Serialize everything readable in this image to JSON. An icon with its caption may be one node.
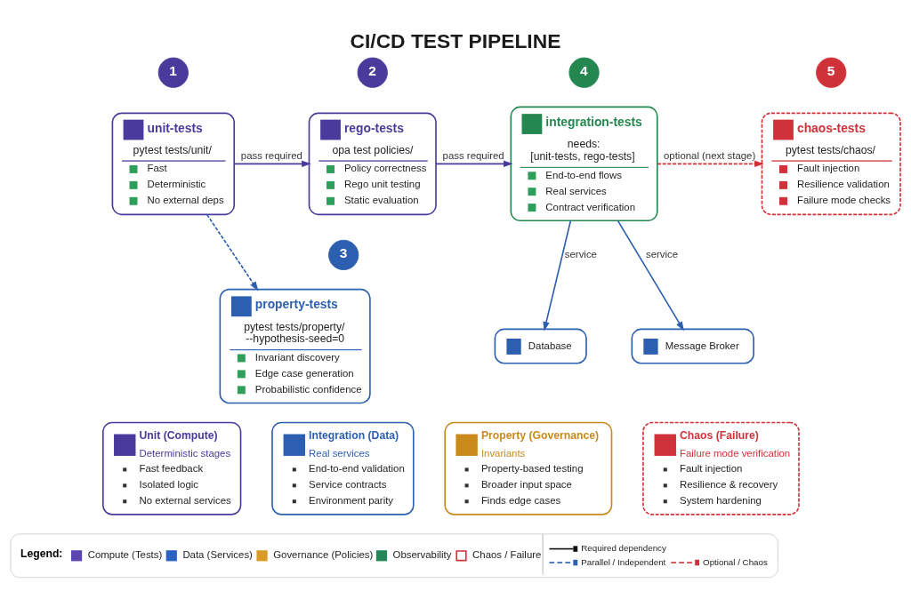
{
  "diagram": {
    "title": "CI/CD TEST PIPELINE",
    "nodes": [
      {
        "text": [
          "1"
        ]
      },
      {
        "text": [
          "unit-tests",
          "pytest tests/unit/",
          "Fast",
          "Deterministic",
          "No external deps"
        ]
      },
      {
        "text": [
          "2"
        ]
      },
      {
        "text": [
          "rego-tests",
          "opa test policies/",
          "Policy correctness",
          "Rego unit testing",
          "Static evaluation"
        ]
      },
      {
        "text": [
          "4"
        ]
      },
      {
        "text": [
          "integration-tests",
          "needs: [unit-tests, rego-tests]",
          "End-to-end flows",
          "Real services",
          "Contract verification"
        ]
      },
      {
        "text": [
          "5"
        ]
      },
      {
        "text": [
          "chaos-tests",
          "pytest tests/chaos/",
          "Fault injection",
          "Resilience validation",
          "Failure mode checks"
        ]
      },
      {
        "text": [
          "3"
        ]
      },
      {
        "text": [
          "property-tests",
          "pytest tests/property/ --hypothesis-seed=0",
          "Invariant discovery",
          "Edge case generation",
          "Probabilistic confidence"
        ]
      },
      {
        "text": [
          "Database"
        ]
      },
      {
        "text": [
          "Message Broker"
        ]
      },
      {
        "text": [
          "Unit (Compute)",
          "Deterministic stages",
          "Fast feedback",
          "Isolated logic",
          "No external services"
        ]
      },
      {
        "text": [
          "Integration (Data)",
          "Real services",
          "End-to-end validation",
          "Service contracts",
          "Environment parity"
        ]
      },
      {
        "text": [
          "Property (Governance)",
          "Invariants",
          "Property-based testing",
          "Broader input space",
          "Finds edge cases"
        ]
      },
      {
        "text": [
          "Chaos (Failure)",
          "Failure mode verification",
          "Fault injection",
          "Resilience & recovery",
          "System hardening"
        ]
      }
    ],
    "edges": [
      {
        "from": 1,
        "to": 3,
        "arrow": "to",
        "label": "pass required",
        "color": "#4a3a9c"
      },
      {
        "from": 3,
        "to": 5,
        "arrow": "to",
        "label": "pass required",
        "color": "#4a3a9c"
      },
      {
        "from": 5,
        "to": 7,
        "arrow": "to",
        "label": "optional (next stage)",
        "style": "dashed",
        "color": "#cf3339"
      },
      {
        "from": 1,
        "to": 9,
        "arrow": "to",
        "style": "dashed"
      },
      {
        "from": 5,
        "to": 10,
        "arrow": "to",
        "label": "service"
      },
      {
        "from": 5,
        "to": 11,
        "arrow": "to",
        "label": "service"
      }
    ],
    "labels": [
      "Legend:"
    ],
    "legend": [
      {
        "text": "Compute (Tests)",
        "color": "#5b45b0"
      },
      {
        "text": "Data (Services)",
        "color": "#2a62c4"
      },
      {
        "text": "Governance (Policies)",
        "color": "#d99a28"
      },
      {
        "text": "Observability",
        "color": "#23875a"
      },
      {
        "text": "Chaos / Failure"
      },
      {
        "text": "Required dependency"
      },
      {
        "text": "Parallel / Independent"
      },
      {
        "text": "Optional / Chaos"
      }
    ]
  }
}
